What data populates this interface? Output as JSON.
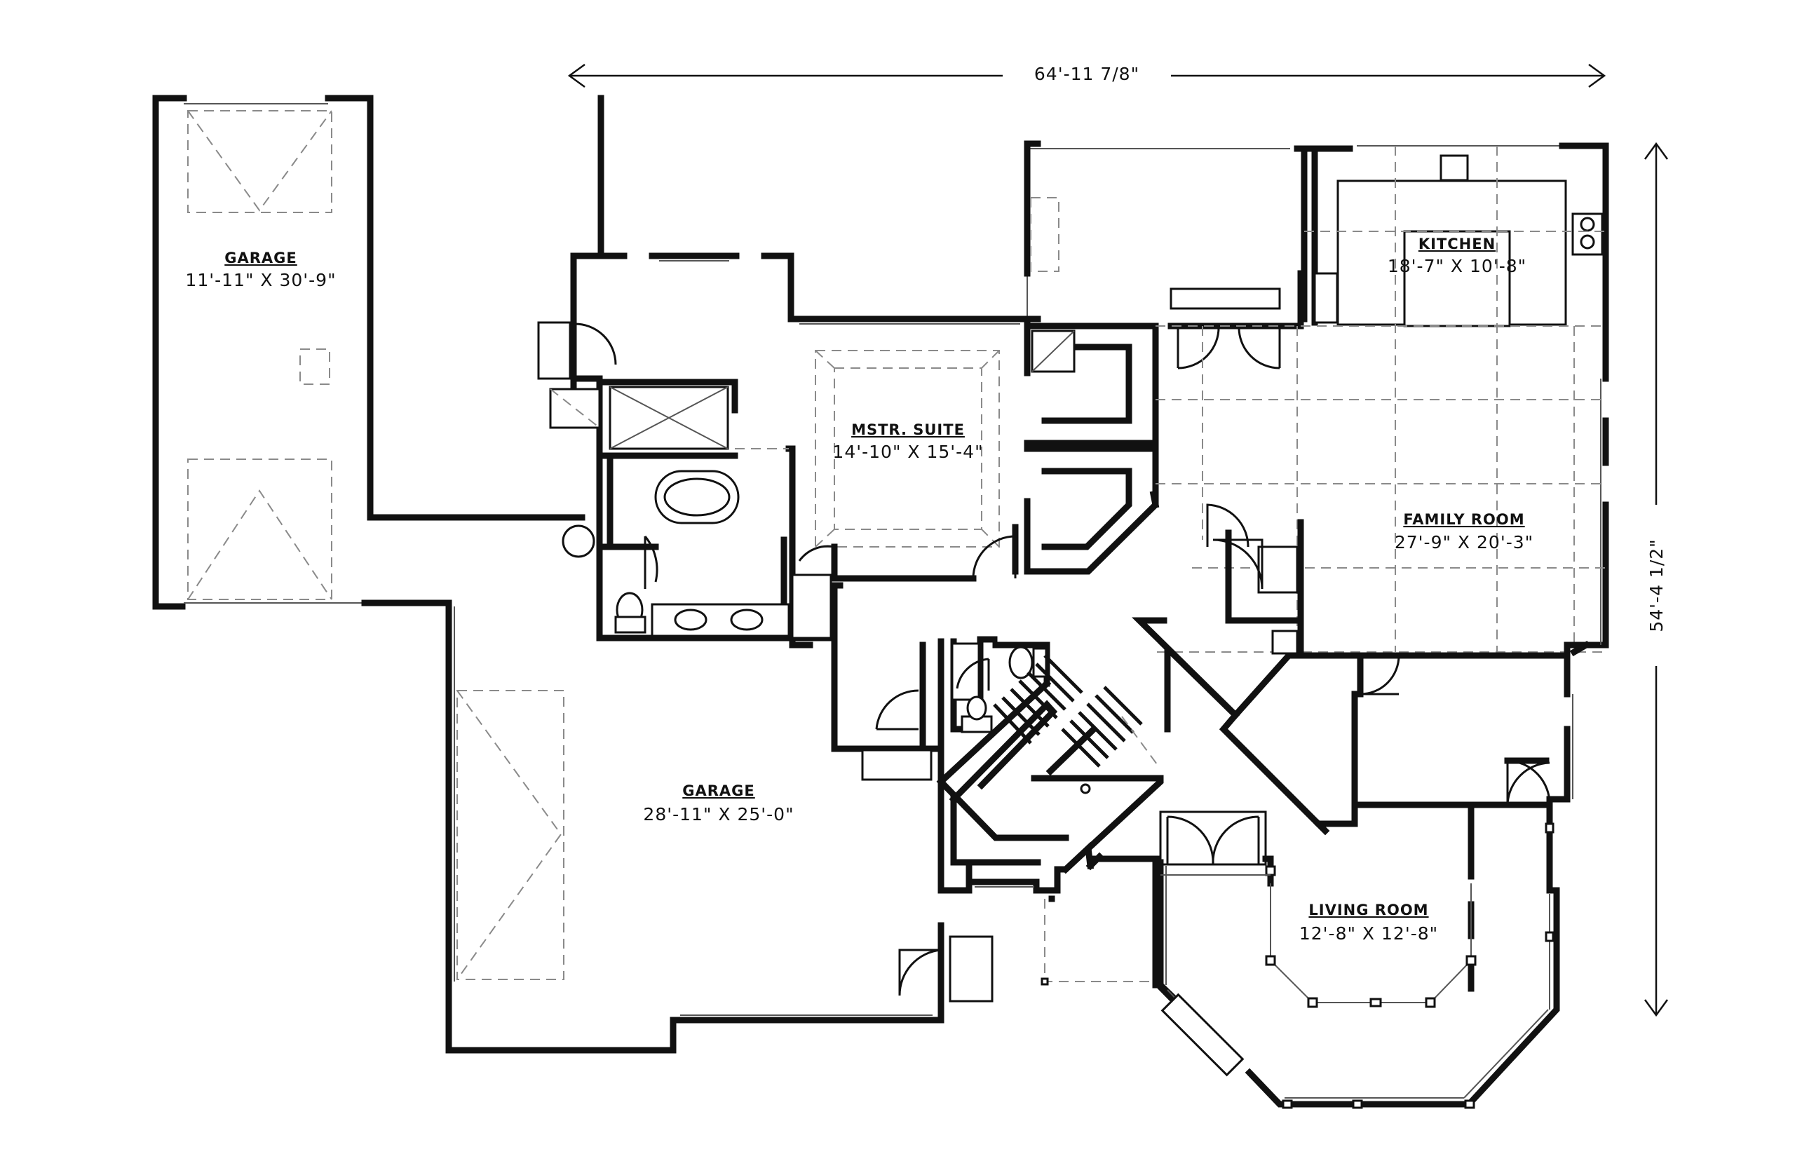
{
  "overall_width": "64'-11 7/8\"",
  "overall_depth": "54'-4 1/2\"",
  "rooms": {
    "garage_side": {
      "name": "GARAGE",
      "size": "11'-11\" X 30'-9\""
    },
    "mstr_suite": {
      "name": "MSTR. SUITE",
      "size": "14'-10\" X 15'-4\""
    },
    "kitchen": {
      "name": "KITCHEN",
      "size": "18'-7\" X 10'-8\""
    },
    "family_room": {
      "name": "FAMILY ROOM",
      "size": "27'-9\" X 20'-3\""
    },
    "garage_main": {
      "name": "GARAGE",
      "size": "28'-11\" X 25'-0\""
    },
    "living_room": {
      "name": "LIVING ROOM",
      "size": "12'-8\" X 12'-8\""
    }
  }
}
